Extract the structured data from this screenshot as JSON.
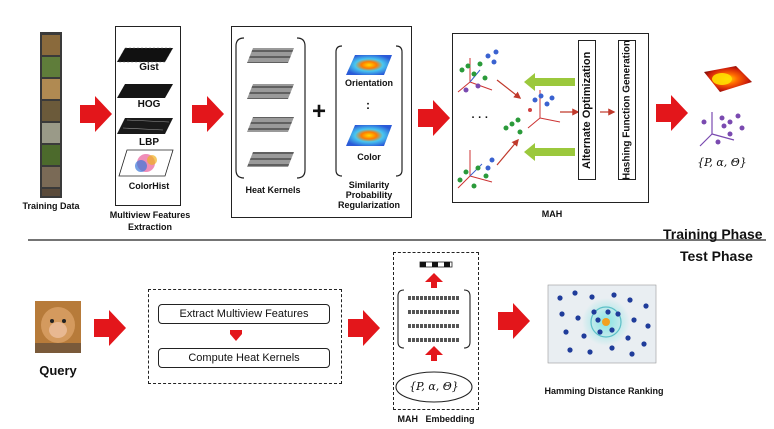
{
  "training": {
    "training_data": "Training Data",
    "features": [
      "Gist",
      "HOG",
      "LBP",
      "ColorHist"
    ],
    "multiview_line1": "Multiview Features",
    "multiview_line2": "Extraction",
    "heat_kernels": "Heat Kernels",
    "orientation": "Orientation",
    "dots": ":",
    "color": "Color",
    "similarity_line1": "Similarity",
    "similarity_line2": "Probability",
    "similarity_line3": "Regularization",
    "alt_opt": "Alternate Optimization",
    "hash_gen": "Hashing Function Generation",
    "mah": "MAH",
    "params": "{P, α, Θ}",
    "plus": "+",
    "ellipsis": "· · ·",
    "phase": "Training Phase"
  },
  "test": {
    "phase": "Test Phase",
    "query": "Query",
    "extract": "Extract Multiview Features",
    "compute": "Compute Heat Kernels",
    "params": "{P, α, Θ}",
    "mah_embedding": "MAH   Embedding",
    "ranking": "Hamming Distance Ranking"
  },
  "colors": {
    "arrow_red": "#e3161b",
    "arrow_green": "#9bc83c",
    "heat_red": "#e03a10",
    "dot_blue": "#1f3c9a"
  }
}
